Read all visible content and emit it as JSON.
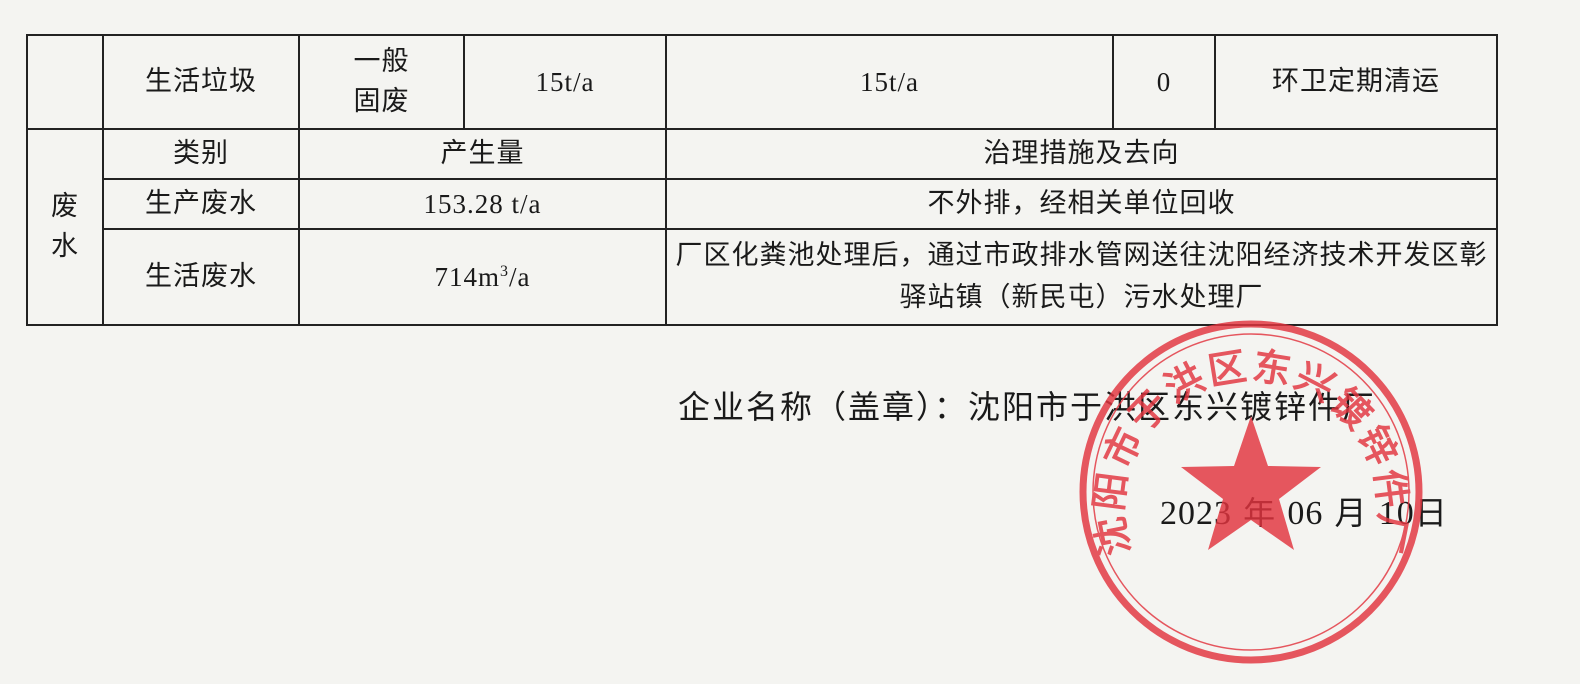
{
  "table": {
    "row1": {
      "item": "生活垃圾",
      "type_line1": "一般",
      "type_line2": "固废",
      "amount": "15t/a",
      "disposal": "15t/a",
      "discharge": "0",
      "measure": "环卫定期清运"
    },
    "wastewater": {
      "section_line1": "废",
      "section_line2": "水",
      "header_category": "类别",
      "header_amount": "产生量",
      "header_measure": "治理措施及去向",
      "production": {
        "name": "生产废水",
        "amount": "153.28 t/a",
        "measure": "不外排，经相关单位回收"
      },
      "domestic": {
        "name": "生活废水",
        "amount_base": "714m",
        "amount_exp": "3",
        "amount_unit": "/a",
        "measure": "厂区化粪池处理后，通过市政排水管网送往沈阳经济技术开发区彰驿站镇（新民屯）污水处理厂"
      }
    }
  },
  "footer": {
    "company_line": "企业名称（盖章）：沈阳市于洪区东兴镀锌件厂",
    "date_year": "2023",
    "date_year_char": "年",
    "date_month": "06",
    "date_month_char": "月",
    "date_day": "10",
    "date_day_char": "日"
  },
  "seal": {
    "text": "沈阳市于洪区东兴镀锌件厂",
    "color": "#e2343f"
  }
}
